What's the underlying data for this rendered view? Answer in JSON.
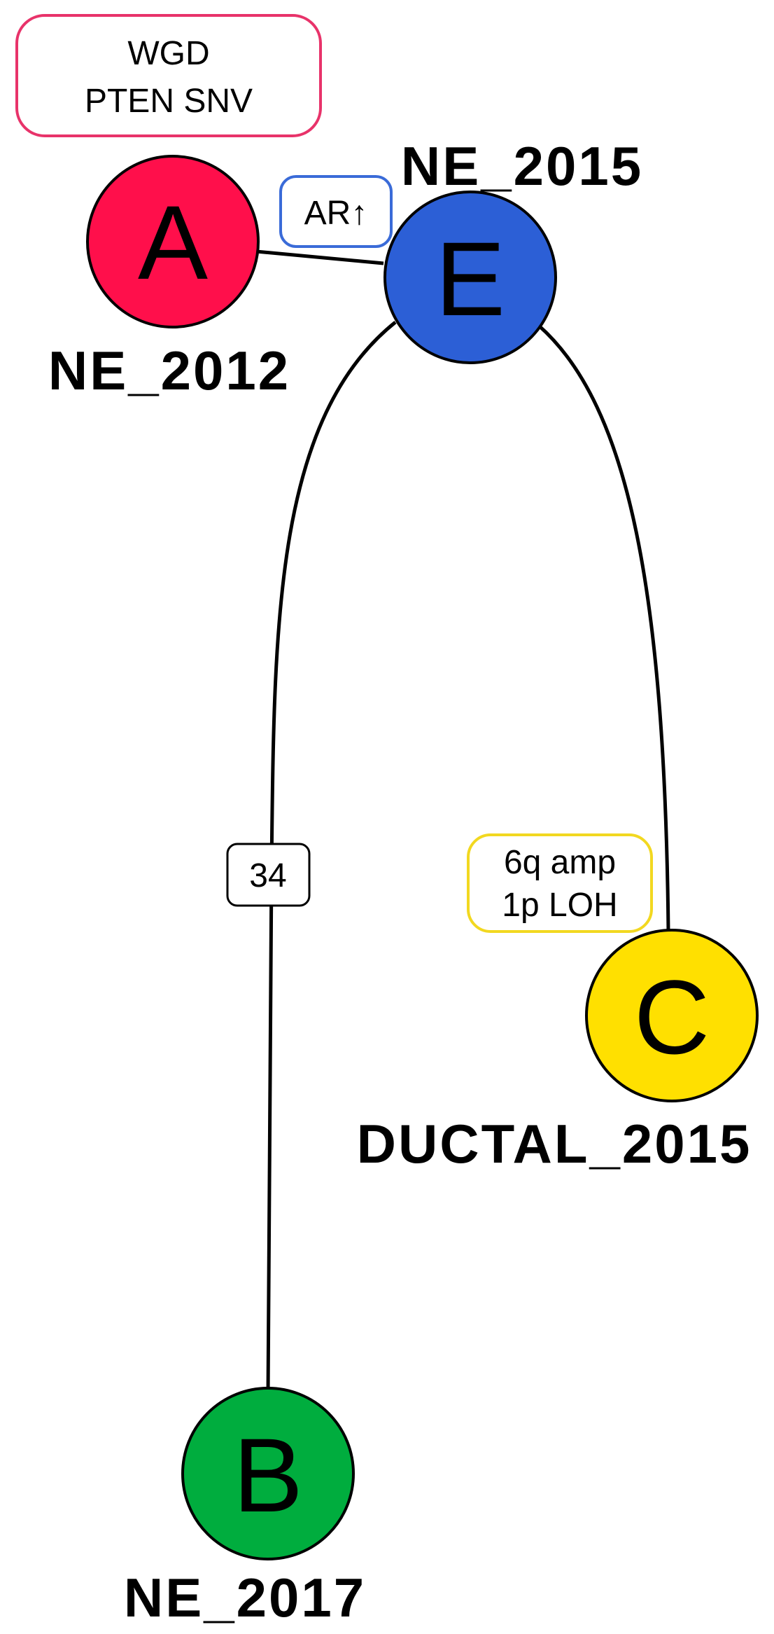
{
  "annotations": {
    "wgd": {
      "lines": [
        "WGD",
        "PTEN SNV"
      ],
      "color": "#e8336a"
    },
    "ar": {
      "text": "AR↑",
      "color": "#3a6bd8"
    },
    "count": {
      "text": "34",
      "color": "#000000"
    },
    "cnv": {
      "lines": [
        "6q amp",
        "1p LOH"
      ],
      "color": "#f2d820"
    }
  },
  "nodes": [
    {
      "id": "A",
      "letter": "A",
      "label": "NE_2012",
      "color": "#ff0f4b"
    },
    {
      "id": "E",
      "letter": "E",
      "label": "NE_2015",
      "color": "#2c5fd6"
    },
    {
      "id": "C",
      "letter": "C",
      "label": "DUCTAL_2015",
      "color": "#ffe000"
    },
    {
      "id": "B",
      "letter": "B",
      "label": "NE_2017",
      "color": "#00ad3e"
    }
  ],
  "edges": [
    {
      "from": "E",
      "to": "A"
    },
    {
      "from": "E",
      "to": "B"
    },
    {
      "from": "E",
      "to": "C"
    }
  ]
}
